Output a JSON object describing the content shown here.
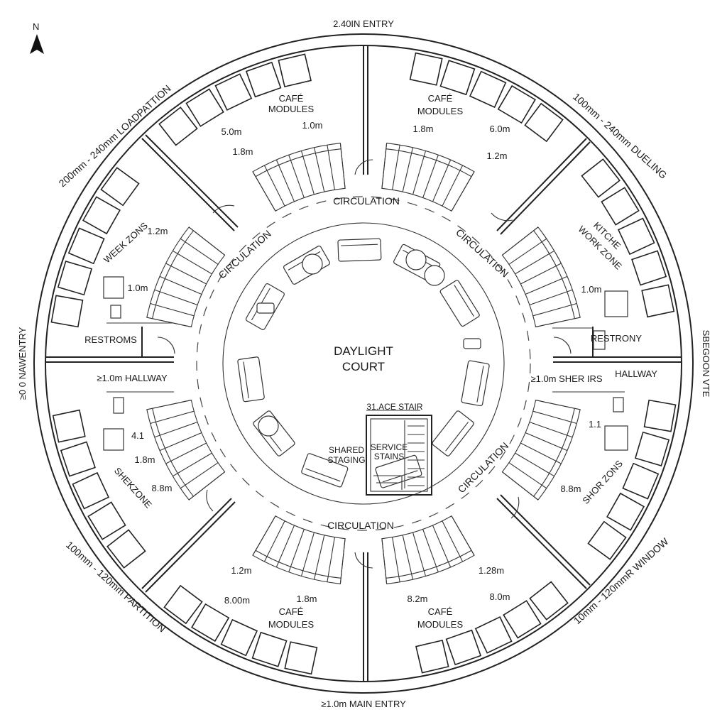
{
  "edge_labels": {
    "top": "2.40IN ENTRY",
    "bottom": "≥1.0m MAIN ENTRY",
    "left": "≥0 0 NAWENTRY",
    "right": "SBEGOON VTE",
    "top_left": "200mm - 240mm LOADPATTION",
    "top_right": "100mm - 240mm DUELING",
    "bottom_left": "100mm - 120mm PARTITION",
    "bottom_right": "10mm - 120mmR WINDOW"
  },
  "north": "N",
  "center": {
    "line1": "DAYLIGHT",
    "line2": "COURT"
  },
  "circulation": [
    "CIRCULATION",
    "CIRCULATION",
    "CIRCULATION",
    "CIRCULATION",
    "CIRCULATION"
  ],
  "zones": {
    "cafe_top_left": {
      "line1": "CAFÉ",
      "line2": "MODULES"
    },
    "cafe_top_right": {
      "line1": "CAFÉ",
      "line2": "MODULES"
    },
    "cafe_bottom_left": {
      "line1": "CAFÉ",
      "line2": "MODULES"
    },
    "cafe_bottom_right": {
      "line1": "CAFÉ",
      "line2": "MODULES"
    },
    "work_zone_left": "WEEK ZONS",
    "kitchen_right": {
      "line1": "KITCHE",
      "line2": "WORK ZONE"
    },
    "restrooms_left": "RESTROMS",
    "restroom_right": "RESTRONY",
    "hallway_left": "≥1.0m HALLWAY",
    "hallway_right": "HALLWAY",
    "sherirs_right": "≥1.0m SHER IRS",
    "shek_zone_left": "SHEKZONE",
    "shor_zones_right": "SHOR ZONS",
    "shared_staging": {
      "line1": "SHARED",
      "line2": "STAGING"
    },
    "service_stairs": {
      "line1": "SERVICE",
      "line2": "STAINS"
    },
    "space_stair": "31.ACE STAIR"
  },
  "dimensions": {
    "tl_a": "5.0m",
    "tl_b": "1.0m",
    "tl_c": "1.8m",
    "tr_a": "1.8m",
    "tr_b": "6.0m",
    "tr_c": "1.2m",
    "l_a": "1.2m",
    "l_b": "1.0m",
    "r_a": "1.0m",
    "bl_a": "4.1",
    "bl_b": "1.8m",
    "bl_c": "8.8m",
    "br_a": "1.1",
    "br_b": "8.8m",
    "bbl_a": "1.2m",
    "bbl_b": "8.00m",
    "bbl_c": "1.8m",
    "bbr_a": "1.28m",
    "bbr_b": "8.2m",
    "bbr_c": "8.0m"
  }
}
